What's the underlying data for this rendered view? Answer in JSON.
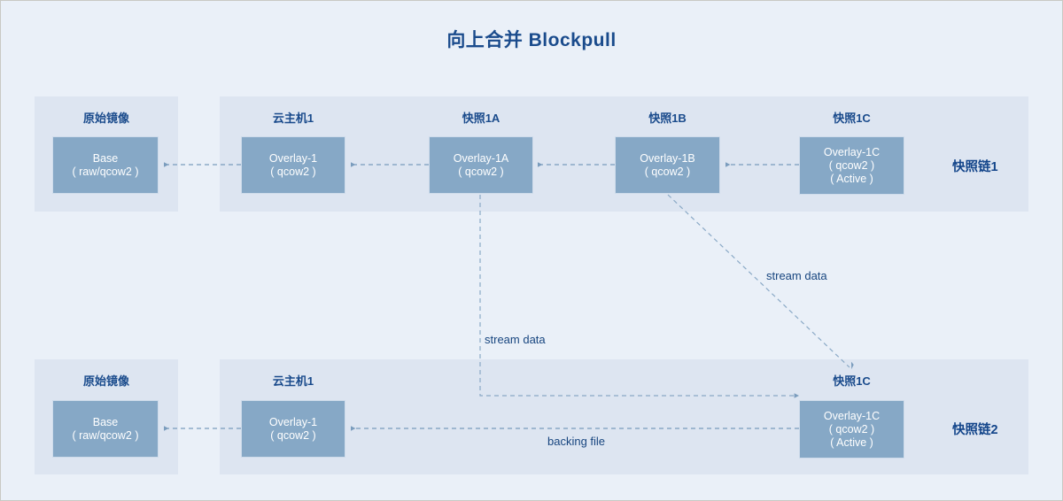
{
  "page": {
    "title": "向上合并 Blockpull",
    "background_color": "#eaf0f8",
    "panel_color": "#dde5f1",
    "box_color": "#86a8c6",
    "accent_color": "#1a4b8c"
  },
  "chains": [
    {
      "id": "chain1",
      "name": "快照链1",
      "groups": [
        {
          "id": "top-origin",
          "nodes": [
            {
              "label": "原始镜像",
              "lines": [
                "Base",
                "( raw/qcow2 )"
              ]
            }
          ]
        },
        {
          "id": "top-chain",
          "nodes": [
            {
              "label": "云主机1",
              "lines": [
                "Overlay-1",
                "( qcow2 )"
              ]
            },
            {
              "label": "快照1A",
              "lines": [
                "Overlay-1A",
                "( qcow2 )"
              ]
            },
            {
              "label": "快照1B",
              "lines": [
                "Overlay-1B",
                "( qcow2 )"
              ]
            },
            {
              "label": "快照1C",
              "lines": [
                "Overlay-1C",
                "( qcow2 )",
                "( Active )"
              ]
            }
          ]
        }
      ]
    },
    {
      "id": "chain2",
      "name": "快照链2",
      "groups": [
        {
          "id": "bottom-origin",
          "nodes": [
            {
              "label": "原始镜像",
              "lines": [
                "Base",
                "( raw/qcow2 )"
              ]
            }
          ]
        },
        {
          "id": "bottom-chain",
          "nodes": [
            {
              "label": "云主机1",
              "lines": [
                "Overlay-1",
                "( qcow2 )"
              ]
            },
            {
              "label": "快照1C",
              "lines": [
                "Overlay-1C",
                "( qcow2 )",
                "( Active )"
              ]
            }
          ]
        }
      ]
    }
  ],
  "edge_labels": {
    "stream_data_diagonal": "stream data",
    "stream_data_vertical": "stream data",
    "backing_file": "backing file"
  }
}
